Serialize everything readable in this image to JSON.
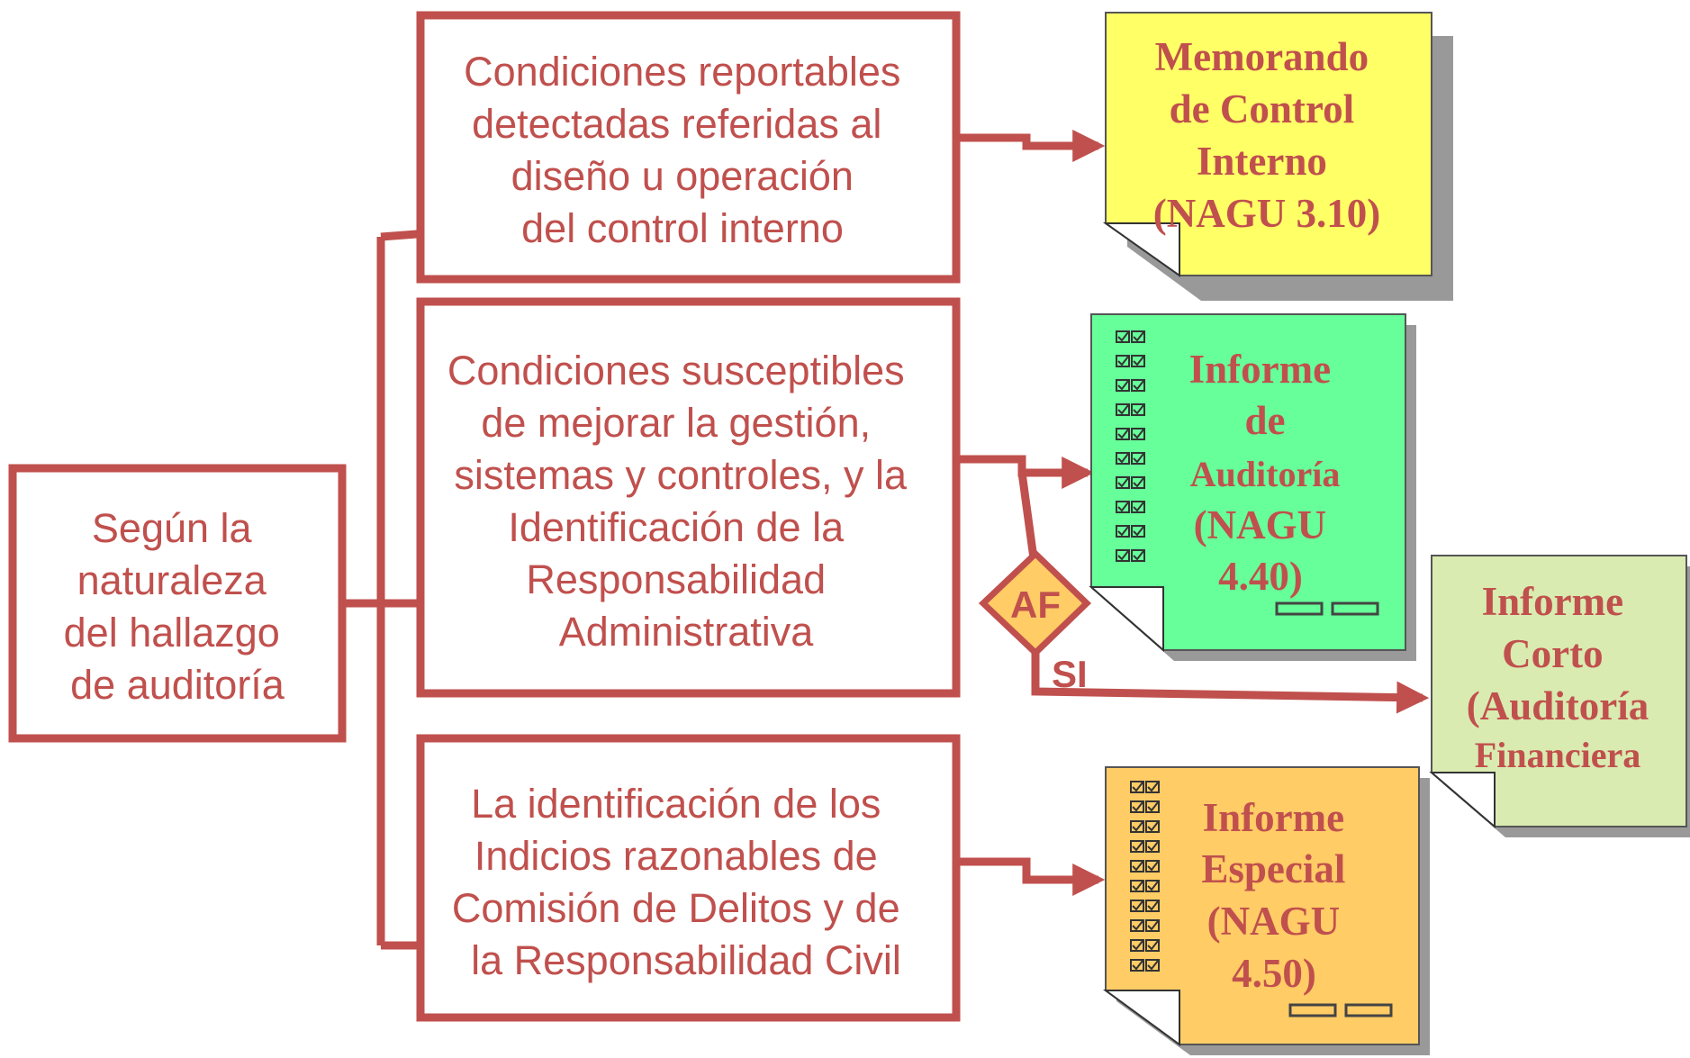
{
  "colors": {
    "accent": "#c0504d",
    "memo_fill": "#ffff66",
    "audit_fill": "#66ff99",
    "special_fill": "#ffcc66",
    "short_fill": "#d9ebb0",
    "decision_fill": "#ffcc66"
  },
  "root": {
    "lines": [
      "Según la",
      "naturaleza",
      "del hallazgo",
      "de auditoría"
    ]
  },
  "conditions": [
    {
      "lines": [
        "Condiciones reportables",
        "detectadas referidas al",
        "diseño u operación",
        "del control interno"
      ]
    },
    {
      "lines": [
        "Condiciones susceptibles",
        "de mejorar la gestión,",
        "sistemas y controles, y la",
        "Identificación de la",
        "Responsabilidad",
        "Administrativa"
      ]
    },
    {
      "lines": [
        "La identificación de los",
        "Indicios razonables de",
        "Comisión de Delitos y de",
        "la Responsabilidad Civil"
      ]
    }
  ],
  "reports": {
    "memo": {
      "lines": [
        "Memorando",
        "de Control",
        "Interno",
        "(NAGU 3.10)"
      ]
    },
    "audit": {
      "lines": [
        "Informe",
        "de",
        "Auditoría",
        "(NAGU",
        "4.40)"
      ]
    },
    "special": {
      "lines": [
        "Informe",
        "Especial",
        "(NAGU",
        "4.50)"
      ]
    },
    "short": {
      "lines": [
        "Informe",
        "Corto",
        "(Auditoría",
        "Financiera"
      ]
    }
  },
  "decision": {
    "label": "AF",
    "yes_label": "SI"
  },
  "icons": [
    "checklist-icon",
    "signature-line-icon"
  ]
}
